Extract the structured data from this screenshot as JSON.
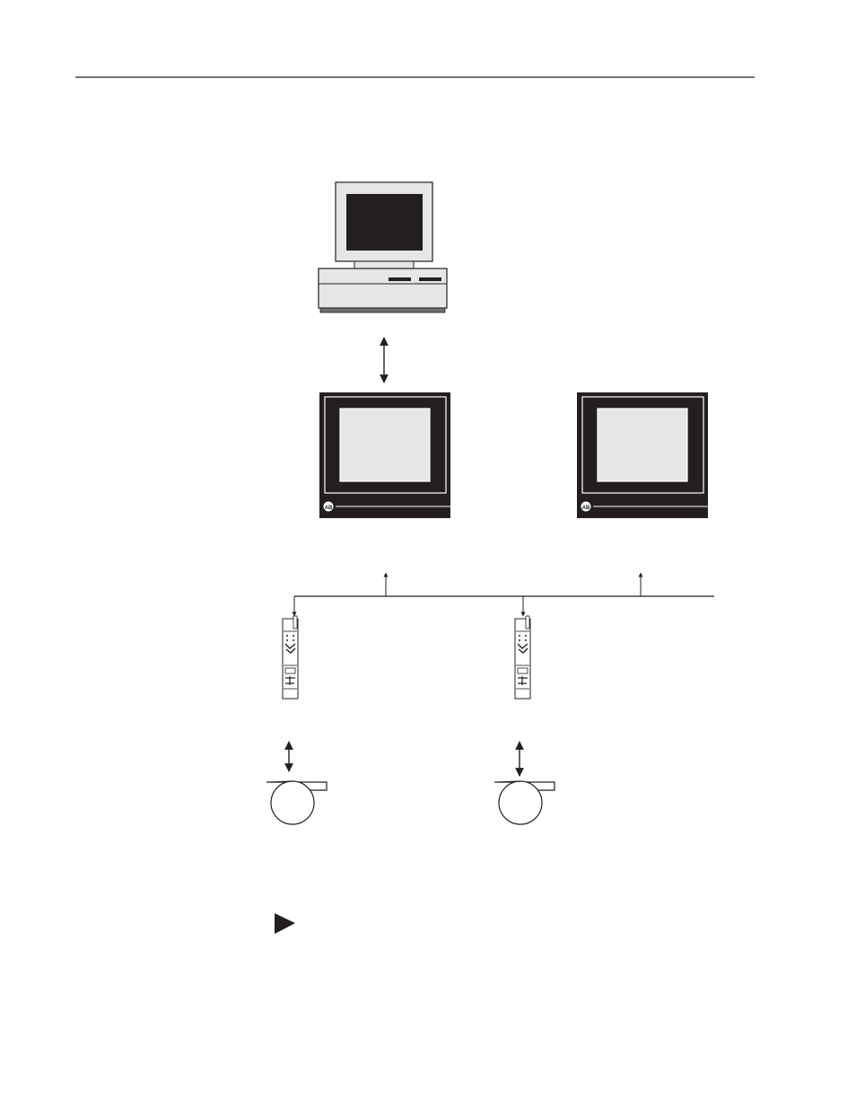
{
  "page": {
    "header_rule": true,
    "background": "#ffffff",
    "ink": "#231f20"
  },
  "diagram": {
    "computer": {
      "icon": "desktop-computer-icon"
    },
    "terminals": [
      {
        "icon": "operator-terminal-icon",
        "logo": "AB"
      },
      {
        "icon": "operator-terminal-icon",
        "logo": "AB"
      }
    ],
    "network": {
      "icon": "network-line"
    },
    "modules": [
      {
        "icon": "io-module-icon"
      },
      {
        "icon": "io-module-icon"
      }
    ],
    "drives": [
      {
        "icon": "blower-fan-icon"
      },
      {
        "icon": "blower-fan-icon"
      }
    ],
    "note_marker": {
      "icon": "play-triangle-icon"
    }
  }
}
